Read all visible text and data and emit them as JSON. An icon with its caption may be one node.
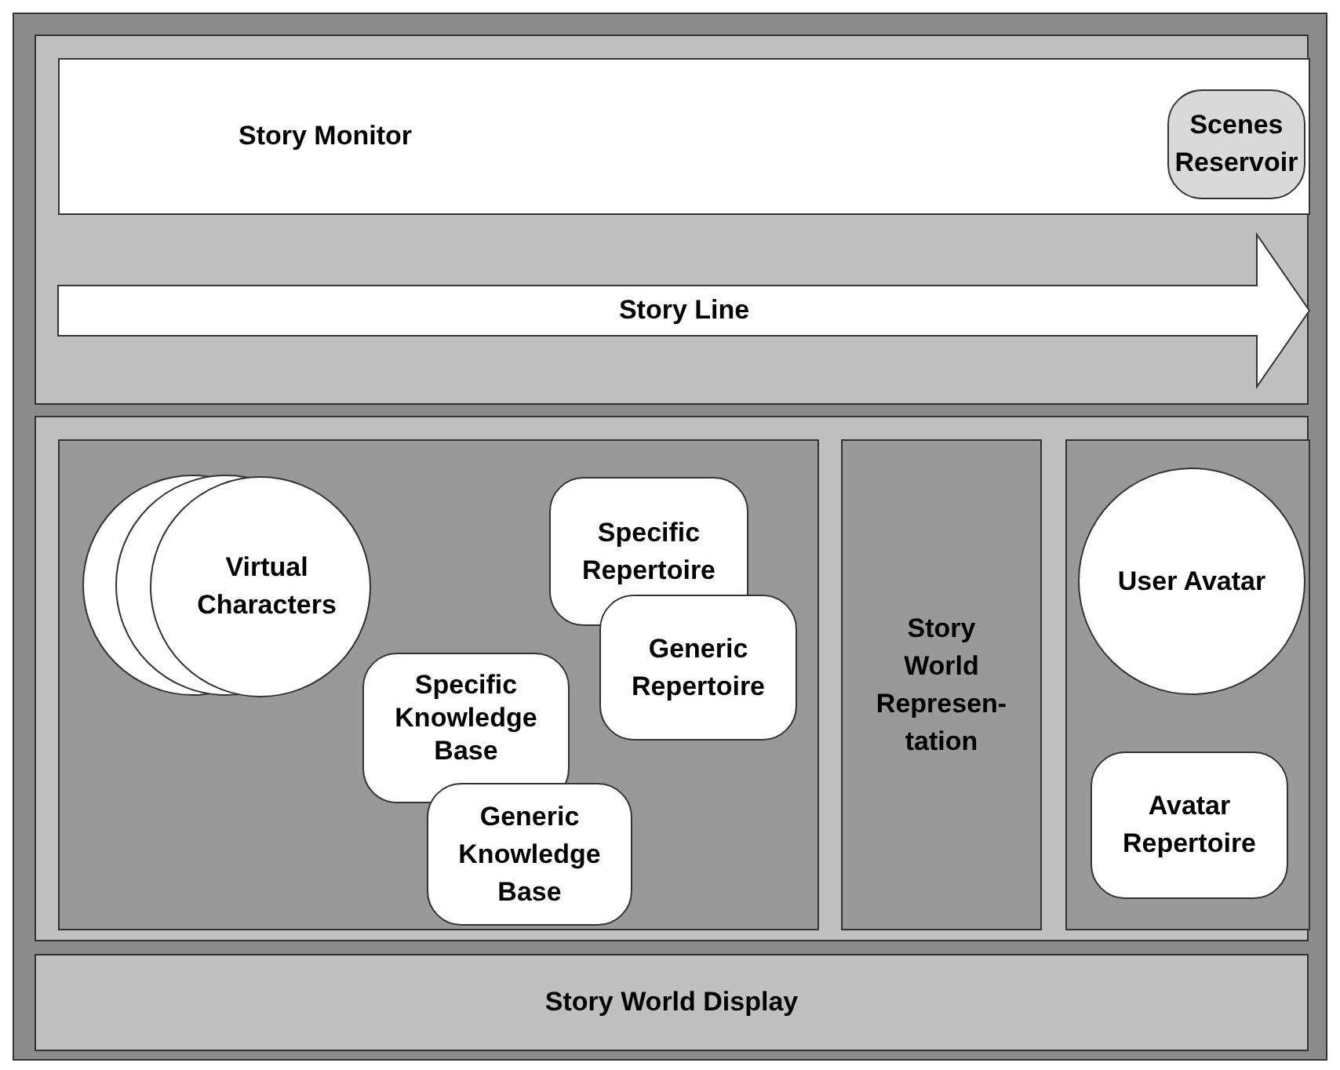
{
  "diagram": {
    "nodes": [
      {
        "text": [],
        "shape": "box"
      },
      {
        "text": [
          "Story Monitor"
        ],
        "in": 0
      },
      {
        "text": [
          "Scenes Reservoir"
        ],
        "in": 1
      },
      {
        "text": [
          "Story Line"
        ],
        "in": 0
      },
      {
        "text": [],
        "shape": "box"
      },
      {
        "text": [],
        "shape": "box",
        "in": 4
      },
      {
        "text": [
          "Virtual Characters"
        ],
        "in": 5
      },
      {
        "text": [
          "Specific Repertoire"
        ],
        "in": 5
      },
      {
        "text": [
          "Generic Repertoire"
        ],
        "in": 5
      },
      {
        "text": [
          "Specific Knowledge Base"
        ],
        "in": 5
      },
      {
        "text": [
          "Generic Knowledge Base"
        ],
        "in": 5
      },
      {
        "text": [
          "Story World Represen- tation"
        ],
        "in": 4
      },
      {
        "text": [],
        "shape": "box",
        "in": 4
      },
      {
        "text": [
          "User Avatar"
        ],
        "in": 12
      },
      {
        "text": [
          "Avatar Repertoire"
        ],
        "in": 12
      },
      {
        "text": [
          "Story World Display"
        ]
      }
    ]
  }
}
